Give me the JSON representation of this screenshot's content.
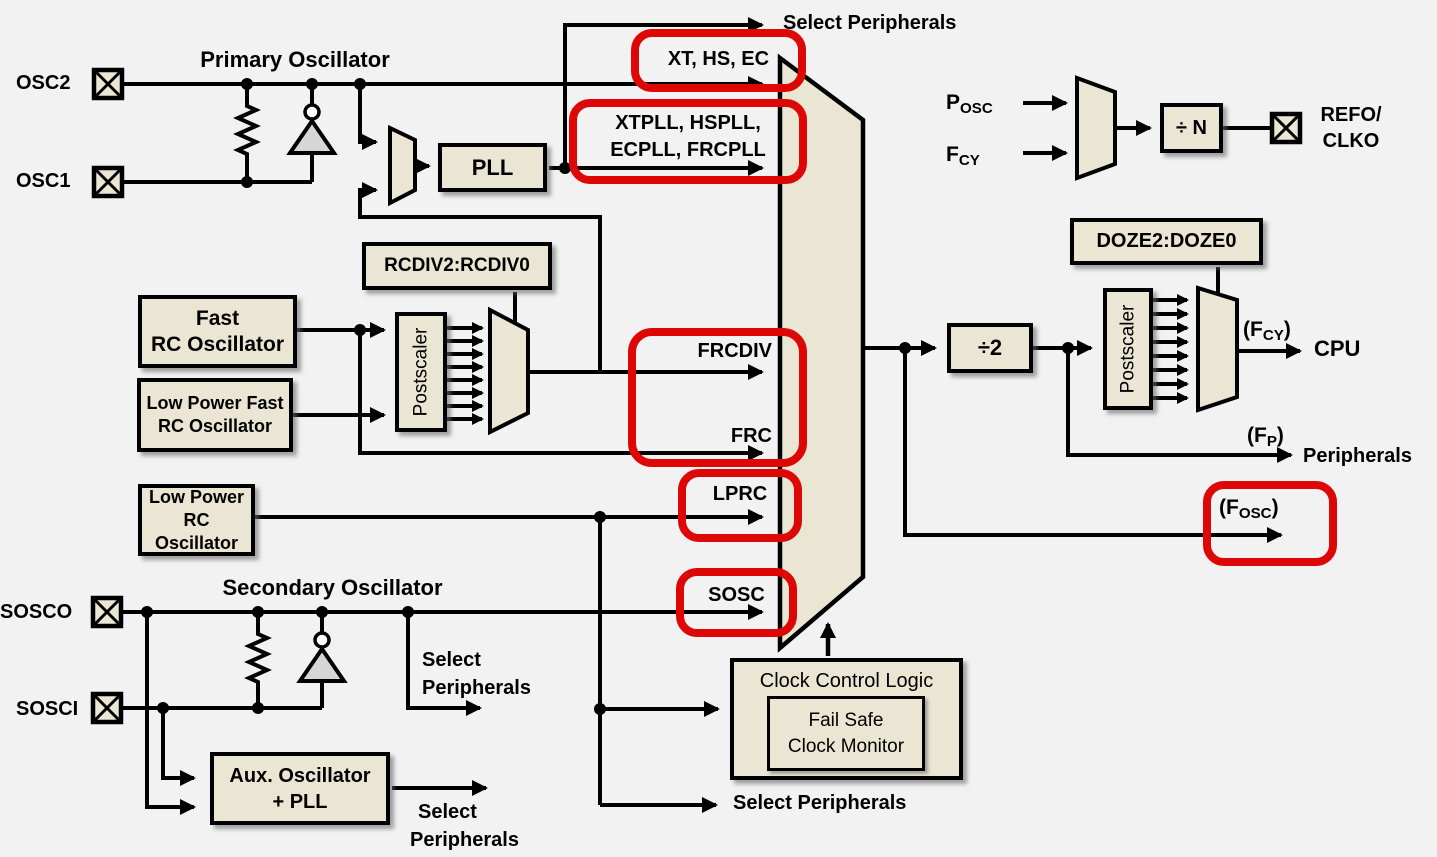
{
  "titles": {
    "primary": "Primary Oscillator",
    "secondary": "Secondary Oscillator"
  },
  "pins": {
    "osc2": "OSC2",
    "osc1": "OSC1",
    "sosco": "SOSCO",
    "sosci": "SOSCI"
  },
  "mux_inputs": {
    "xt_hs_ec": "XT, HS, EC",
    "xtpll_line1": "XTPLL, HSPLL,",
    "xtpll_line2": "ECPLL, FRCPLL",
    "frcdiv": "FRCDIV",
    "frc": "FRC",
    "lprc": "LPRC",
    "sosc": "SOSC"
  },
  "blocks": {
    "pll": "PLL",
    "rcdiv": "RCDIV2:RCDIV0",
    "doze": "DOZE2:DOZE0",
    "fast_rc_line1": "Fast",
    "fast_rc_line2": "RC Oscillator",
    "lp_fast_rc_line1": "Low Power Fast",
    "lp_fast_rc_line2": "RC Oscillator",
    "lp_rc_line1": "Low Power",
    "lp_rc_line2": "RC Oscillator",
    "aux_line1": "Aux. Oscillator",
    "aux_line2": "+ PLL",
    "postscaler": "Postscaler",
    "div2": "÷2",
    "divn": "÷ N",
    "clock_control": "Clock Control Logic",
    "fail_safe_line1": "Fail Safe",
    "fail_safe_line2": "Clock Monitor"
  },
  "outputs": {
    "select_peripherals": "Select Peripherals",
    "select": "Select",
    "peripherals": "Peripherals",
    "cpu": "CPU",
    "refo_line1": "REFO/",
    "refo_line2": "CLKO"
  },
  "signals": {
    "posc": {
      "main": "P",
      "sub": "OSC"
    },
    "fcy_in": {
      "main": "F",
      "sub": "CY"
    },
    "fcy_out": {
      "pre": "(F",
      "sub": "CY",
      "post": ")"
    },
    "fp": {
      "pre": "(F",
      "sub": "P",
      "post": ")"
    },
    "fosc": {
      "pre": "(F",
      "sub": "OSC",
      "post": ")"
    }
  },
  "colors": {
    "highlight": "#dd0806",
    "block_fill": "#eae6d3",
    "wire": "#000000",
    "background": "#f2f2f2"
  }
}
